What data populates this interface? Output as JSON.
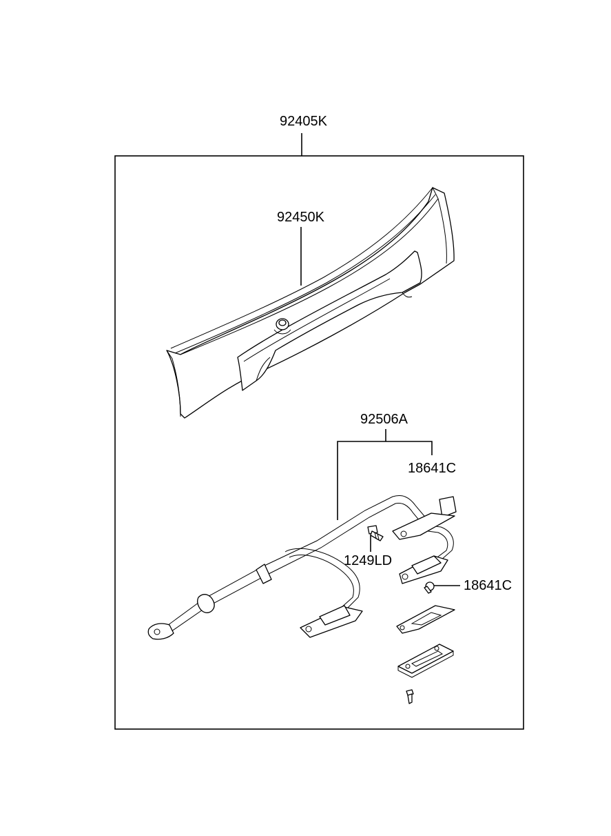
{
  "labels": {
    "assembly": "92405K",
    "lamp_housing": "92450K",
    "wiring_harness": "92506A",
    "bulb_a": "18641C",
    "bulb_b": "18641C",
    "screw": "1249LD"
  }
}
